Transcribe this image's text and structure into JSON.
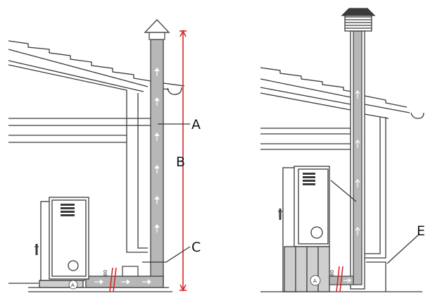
{
  "labels": {
    "a": "A",
    "b": "B",
    "c": "C",
    "e": "E"
  },
  "markings": {
    "inner_badge": "A",
    "distance_mark": "80"
  },
  "colors": {
    "pipe_fill": "#b7b7b7",
    "pipe_stroke": "#4a4a4a",
    "line": "#3a3a3a",
    "accent_red": "#d62828",
    "flow_arrow": "#ffffff",
    "heater_shade": "#cfcfcf"
  },
  "icons": {
    "chimney_cap_left": "triangle-cap-icon",
    "chimney_cap_right": "ventilated-cap-icon",
    "flow_arrow": "arrow-up-icon",
    "gutter": "gutter-icon"
  }
}
